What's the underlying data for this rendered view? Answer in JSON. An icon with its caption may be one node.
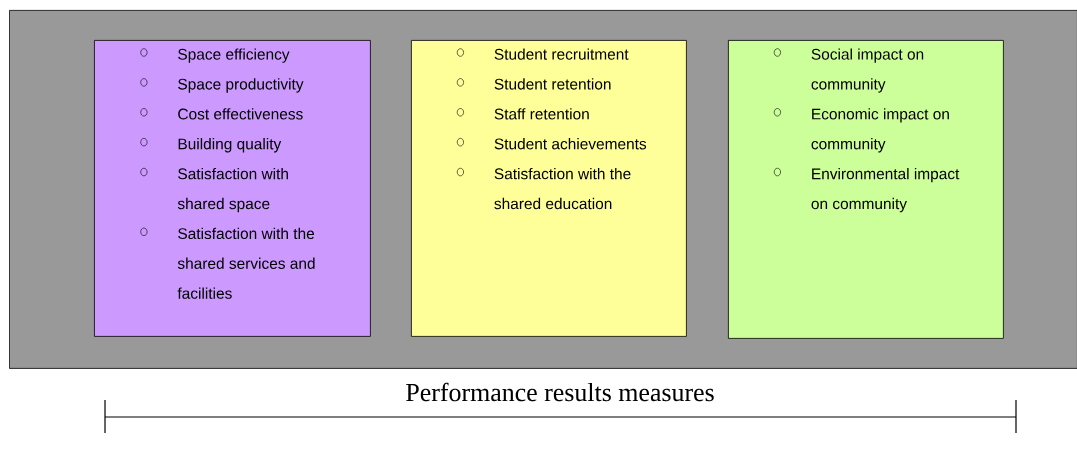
{
  "diagram": {
    "nodes": [
      {
        "text": [],
        "shape": "box"
      },
      {
        "text": [
          "Space efficiency",
          "Space productivity",
          "Cost effectiveness",
          "Building quality",
          "Satisfaction with shared space",
          "Satisfaction with the shared services and facilities"
        ],
        "in": 0
      },
      {
        "text": [
          "Student recruitment",
          "Student retention",
          "Staff retention",
          "Student achievements",
          "Satisfaction with the shared education"
        ],
        "in": 0
      },
      {
        "text": [
          "Social impact on community",
          "Economic impact on community",
          "Environmental impact on community"
        ],
        "in": 0
      }
    ],
    "edges": [],
    "labels": [
      "Performance results measures"
    ]
  }
}
